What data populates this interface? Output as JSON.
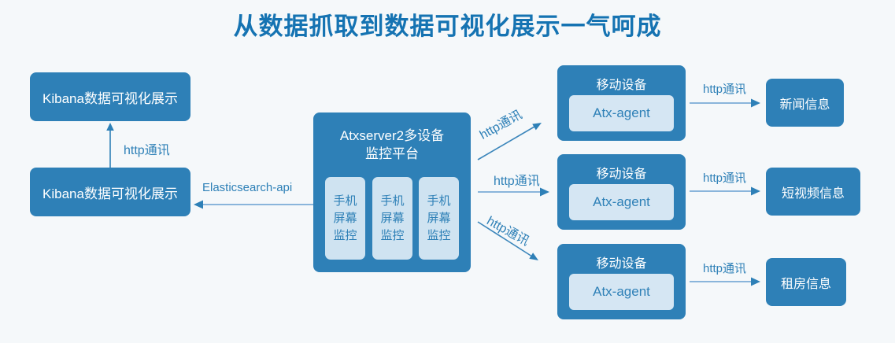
{
  "title": "从数据抓取到数据可视化展示一气呵成",
  "colors": {
    "primary": "#2e80b7",
    "light_fill": "#d5e6f3",
    "monitor_fill": "#cfe3f1",
    "title_text": "#1573b2",
    "background": "#f5f8fa",
    "arrow_line_light": "#8ab5db"
  },
  "left": {
    "kibana_top": "Kibana数据可视化展示",
    "kibana_bottom": "Kibana数据可视化展示",
    "http_label": "http通讯",
    "es_label": "Elasticsearch-api"
  },
  "platform": {
    "title_line1": "Atxserver2多设备",
    "title_line2": "监控平台",
    "monitors": [
      {
        "line1": "手机",
        "line2": "屏幕",
        "line3": "监控"
      },
      {
        "line1": "手机",
        "line2": "屏幕",
        "line3": "监控"
      },
      {
        "line1": "手机",
        "line2": "屏幕",
        "line3": "监控"
      }
    ]
  },
  "branches": [
    {
      "arrow_label": "http通讯",
      "device": "移动设备",
      "agent": "Atx-agent",
      "link_label": "http通讯",
      "target": "新闻信息"
    },
    {
      "arrow_label": "http通讯",
      "device": "移动设备",
      "agent": "Atx-agent",
      "link_label": "http通讯",
      "target": "短视频信息"
    },
    {
      "arrow_label": "http通讯",
      "device": "移动设备",
      "agent": "Atx-agent",
      "link_label": "http通讯",
      "target": "租房信息"
    }
  ]
}
